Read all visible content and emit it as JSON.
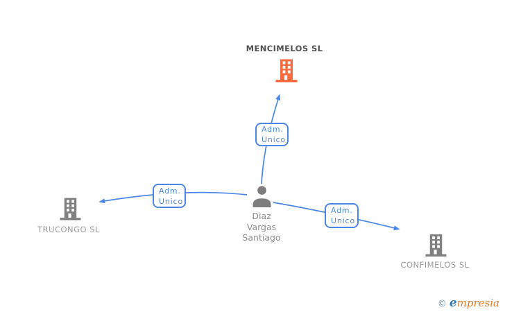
{
  "page": {
    "background": "#ffffff"
  },
  "colors": {
    "edge": "#4a86e8",
    "box_border": "#4a86e8",
    "box_text": "#4a86e8",
    "highlight_company_icon": "#fa6a3c",
    "company_icon": "#808080",
    "person_icon": "#7d7d7d",
    "highlight_company_label": "#4f4f4f",
    "company_label": "#9b9b9b",
    "person_label": "#8c8c8c",
    "window_fill": "#ffffff",
    "logo_copyright": "#5f87a8",
    "logo_initial": "#2e7fc0",
    "logo_text": "#e87a28"
  },
  "nodes": {
    "mencimelos": {
      "label": "MENCIMELOS SL"
    },
    "trucongo": {
      "label": "TRUCONGO SL"
    },
    "confimelos": {
      "label": "CONFIMELOS SL"
    },
    "person": {
      "name_line1": "Diaz",
      "name_line2": "Vargas",
      "name_line3": "Santiago"
    }
  },
  "edges": {
    "to_mencimelos": {
      "label_line1": "Adm.",
      "label_line2": "Unico"
    },
    "to_trucongo": {
      "label_line1": "Adm.",
      "label_line2": "Unico"
    },
    "to_confimelos": {
      "label_line1": "Adm.",
      "label_line2": "Unico"
    }
  },
  "watermark": {
    "copyright_symbol": "©",
    "brand_initial": "e",
    "brand_rest": "mpresia"
  }
}
